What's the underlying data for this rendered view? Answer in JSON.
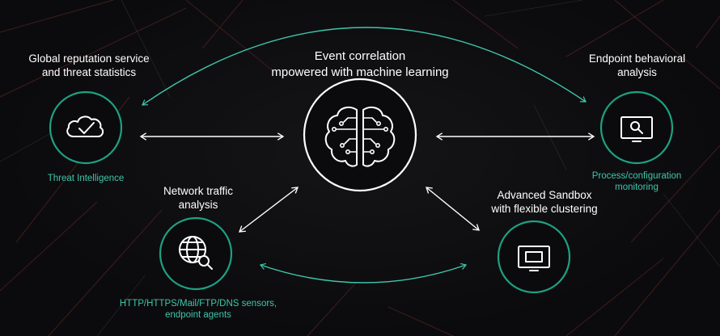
{
  "center": {
    "title_line1": "Event correlation",
    "title_line2": "mpowered with machine learning",
    "icon": "brain-circuit-icon"
  },
  "nodes": {
    "threat_intel": {
      "title_line1": "Global reputation service",
      "title_line2": "and threat statistics",
      "caption": "Threat Intelligence",
      "icon": "cloud-check-icon"
    },
    "endpoint": {
      "title_line1": "Endpoint behavioral",
      "title_line2": "analysis",
      "caption_line1": "Process/configuration",
      "caption_line2": "monitoring",
      "icon": "monitor-search-icon"
    },
    "network": {
      "title_line1": "Network traffic",
      "title_line2": "analysis",
      "caption_line1": "HTTP/HTTPS/Mail/FTP/DNS sensors,",
      "caption_line2": "endpoint agents",
      "icon": "globe-search-icon"
    },
    "sandbox": {
      "title_line1": "Advanced Sandbox",
      "title_line2": "with flexible clustering",
      "icon": "monitor-icon"
    }
  },
  "colors": {
    "accent": "#3fc6ab",
    "ring": "#1fa083",
    "arrow": "#ffffff",
    "background": "#0b0b0d",
    "network_lines": "#6b2a24"
  }
}
